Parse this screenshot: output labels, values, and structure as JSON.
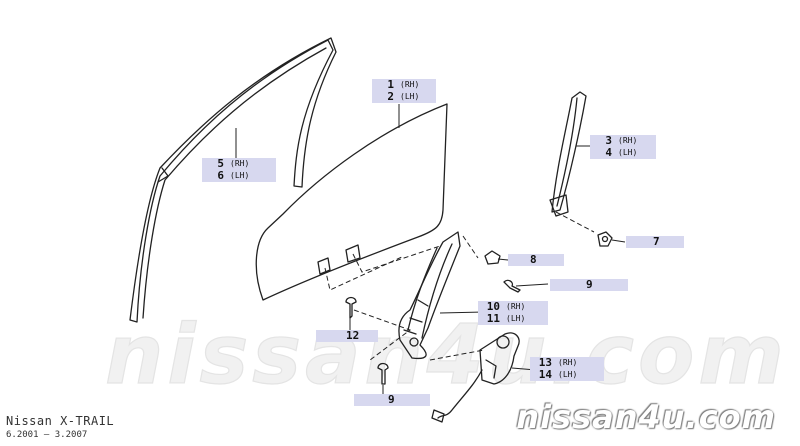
{
  "watermark": {
    "center_text": "nissan4u.com",
    "corner_text": "nissan4u.com"
  },
  "footer": {
    "model": "Nissan  X-TRAIL",
    "years": "6.2001 – 3.2007"
  },
  "callouts": {
    "c1": {
      "num_a": "1",
      "side_a": "(RH)",
      "num_b": "2",
      "side_b": "(LH)"
    },
    "c3": {
      "num_a": "3",
      "side_a": "(RH)",
      "num_b": "4",
      "side_b": "(LH)"
    },
    "c5": {
      "num_a": "5",
      "side_a": "(RH)",
      "num_b": "6",
      "side_b": "(LH)"
    },
    "c10": {
      "num_a": "10",
      "side_a": "(RH)",
      "num_b": "11",
      "side_b": "(LH)"
    },
    "c13": {
      "num_a": "13",
      "side_a": "(RH)",
      "num_b": "14",
      "side_b": "(LH)"
    },
    "c7": "7",
    "c8": "8",
    "c9a": "9",
    "c9b": "9",
    "c12": "12"
  }
}
